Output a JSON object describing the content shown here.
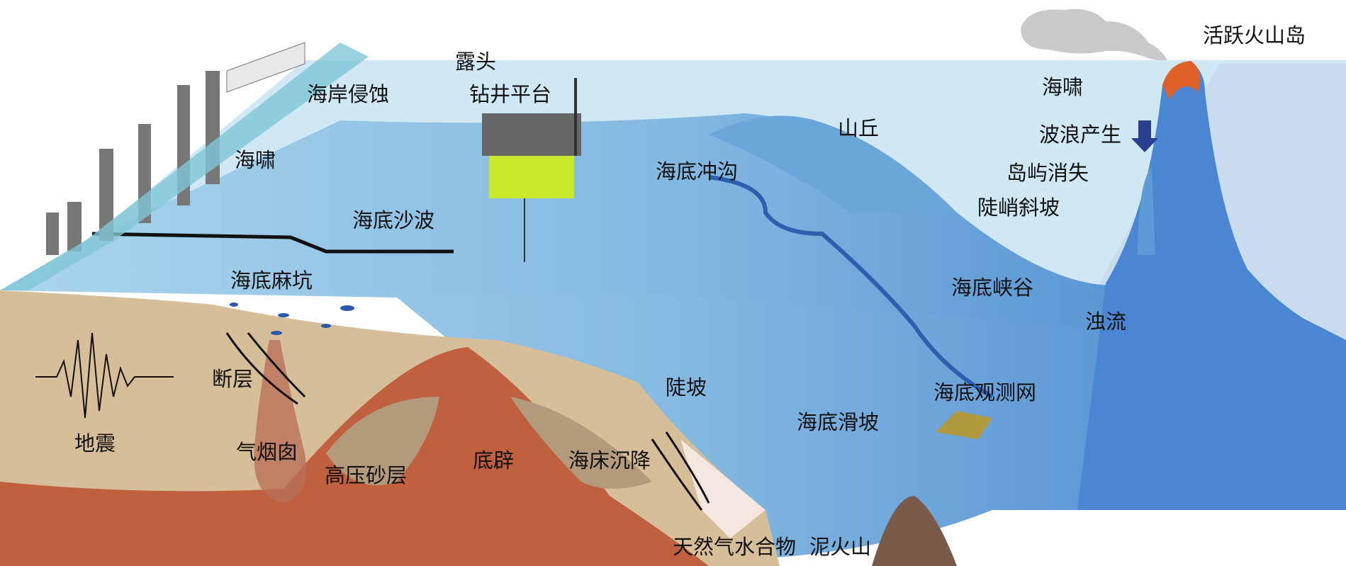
{
  "labels": {
    "active_volcano_island": "活跃火山岛",
    "outcrop": "露头",
    "coastal_erosion": "海岸侵蚀",
    "drilling_platform": "钻井平台",
    "tsunami_left": "海啸",
    "sand_waves": "海底沙波",
    "hill": "山丘",
    "seabed_gully": "海底冲沟",
    "tsunami_right": "海啸",
    "wave_generation": "波浪产生",
    "island_disappears": "岛屿消失",
    "steep_slope": "陡峭斜坡",
    "submarine_canyon": "海底峡谷",
    "turbidity_current": "浊流",
    "pockmarks": "海底麻坑",
    "fault": "断层",
    "earthquake": "地震",
    "gas_chimney": "气烟囱",
    "high_pressure_sand": "高压砂层",
    "diapir": "底辟",
    "seabed_subsidence": "海床沉降",
    "scarp": "陡坡",
    "submarine_landslide": "海底滑坡",
    "observation_network": "海底观测网",
    "gas_hydrate": "天然气水合物",
    "mud_volcano": "泥火山"
  },
  "colors": {
    "sea_surface": "#cfe8f4",
    "sea_deep": "#4f8fd0",
    "sediment": "#d6be98",
    "crust": "#c0603e",
    "lava": "#e0602a",
    "platform": "#c8e82a"
  }
}
